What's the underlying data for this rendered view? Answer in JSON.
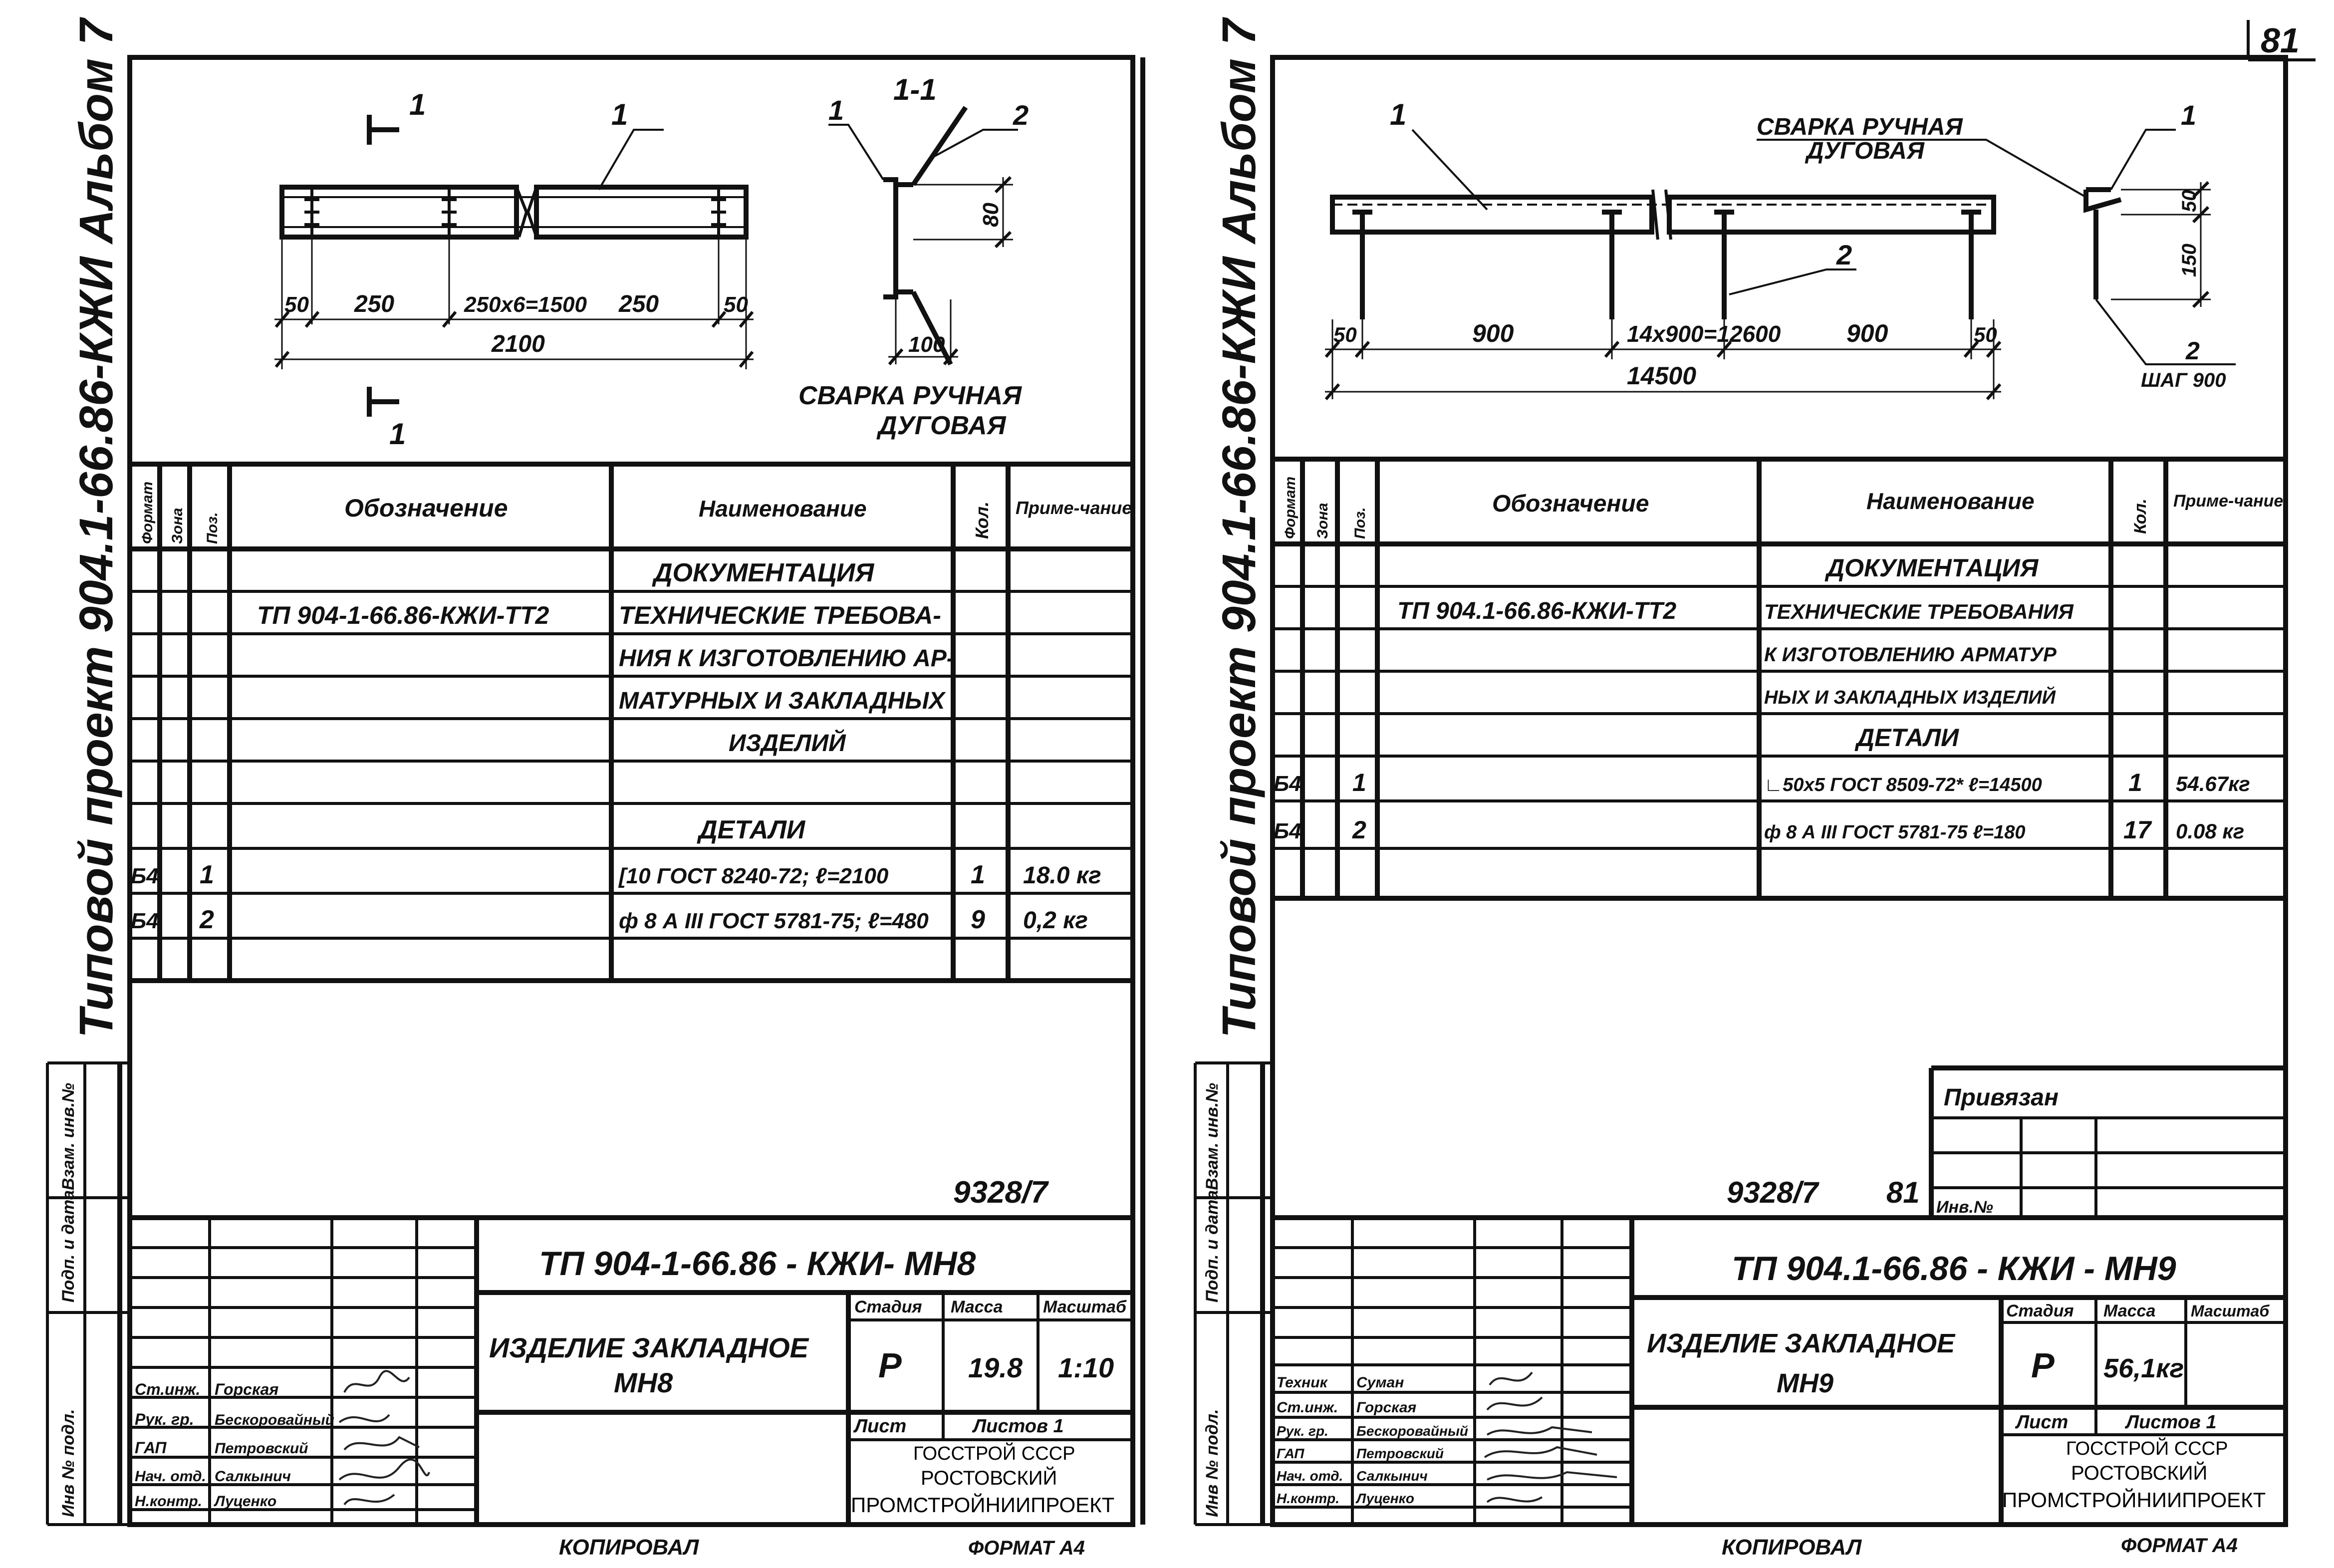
{
  "page_number": "81",
  "sheets": [
    {
      "side_label": "Типовой проект 904.1-66.86-КЖИ Альбом 7",
      "drawing": {
        "section_mark": "1",
        "section_title": "1-1",
        "callouts": [
          "1",
          "2",
          "1"
        ],
        "dims": [
          "50",
          "250",
          "250х6=1500",
          "250",
          "50",
          "2100",
          "80",
          "100"
        ],
        "weld_note": [
          "СВАРКА РУЧНАЯ",
          "ДУГОВАЯ"
        ]
      },
      "spec_headers": [
        "Формат",
        "Зона",
        "Поз.",
        "Обозначение",
        "Наименование",
        "Кол.",
        "Приме-чание"
      ],
      "spec_rows": [
        {
          "fmt": "",
          "pos": "",
          "code": "",
          "name": "ДОКУМЕНТАЦИЯ",
          "qty": "",
          "note": ""
        },
        {
          "fmt": "",
          "pos": "",
          "code": "ТП 904-1-66.86-КЖИ-ТТ2",
          "name": "ТЕХНИЧЕСКИЕ ТРЕБОВА-",
          "qty": "",
          "note": ""
        },
        {
          "fmt": "",
          "pos": "",
          "code": "",
          "name": "НИЯ К ИЗГОТОВЛЕНИЮ АР-",
          "qty": "",
          "note": ""
        },
        {
          "fmt": "",
          "pos": "",
          "code": "",
          "name": "МАТУРНЫХ И ЗАКЛАДНЫХ",
          "qty": "",
          "note": ""
        },
        {
          "fmt": "",
          "pos": "",
          "code": "",
          "name": "ИЗДЕЛИЙ",
          "qty": "",
          "note": ""
        },
        {
          "fmt": "",
          "pos": "",
          "code": "",
          "name": "",
          "qty": "",
          "note": ""
        },
        {
          "fmt": "",
          "pos": "",
          "code": "",
          "name": "ДЕТАЛИ",
          "qty": "",
          "note": ""
        },
        {
          "fmt": "Б4",
          "pos": "1",
          "code": "",
          "name": "[10 ГОСТ 8240-72; ℓ=2100",
          "qty": "1",
          "note": "18.0 кг"
        },
        {
          "fmt": "Б4",
          "pos": "2",
          "code": "",
          "name": "ф 8 А III ГОСТ 5781-75; ℓ=480",
          "qty": "9",
          "note": "0,2 кг"
        }
      ],
      "archive_no": "9328/7",
      "sheet_no": "",
      "stamp": {
        "code": "ТП 904-1-66.86 - КЖИ- МН8",
        "title": [
          "ИЗДЕЛИЕ ЗАКЛАДНОЕ",
          "МН8"
        ],
        "stage_label": "Стадия",
        "mass_label": "Масса",
        "scale_label": "Масштаб",
        "stage": "Р",
        "mass": "19.8",
        "scale": "1:10",
        "sheet_label": "Лист",
        "sheets_label": "Листов 1",
        "org": [
          "ГОССТРОЙ СССР",
          "РОСТОВСКИЙ",
          "ПРОМСТРОЙНИИПРОЕКТ"
        ],
        "roles": [
          {
            "role": "Ст.инж.",
            "name": "Горская"
          },
          {
            "role": "Рук. гр.",
            "name": "Бескоровайный"
          },
          {
            "role": "ГАП",
            "name": "Петровский"
          },
          {
            "role": "Нач. отд.",
            "name": "Салкынич"
          },
          {
            "role": "Н.контр.",
            "name": "Луценко"
          }
        ]
      },
      "side_boxes": [
        "Инв № подл.",
        "Подп. и дата",
        "Взам. инв.№"
      ],
      "bottom": {
        "copied": "КОПИРОВАЛ",
        "format": "ФОРМАТ А4"
      }
    },
    {
      "side_label": "Типовой проект 904.1-66.86-КЖИ Альбом 7",
      "drawing": {
        "callouts": [
          "1",
          "2",
          "1",
          "2"
        ],
        "dims": [
          "50",
          "900",
          "14х900=12600",
          "900",
          "50",
          "14500",
          "50",
          "150"
        ],
        "weld_note": [
          "СВАРКА РУЧНАЯ",
          "ДУГОВАЯ"
        ],
        "step": "ШАГ 900"
      },
      "spec_headers": [
        "Формат",
        "Зона",
        "Поз.",
        "Обозначение",
        "Наименование",
        "Кол.",
        "Приме-чание"
      ],
      "spec_rows": [
        {
          "fmt": "",
          "pos": "",
          "code": "",
          "name": "ДОКУМЕНТАЦИЯ",
          "qty": "",
          "note": ""
        },
        {
          "fmt": "",
          "pos": "",
          "code": "ТП 904.1-66.86-КЖИ-ТТ2",
          "name": "ТЕХНИЧЕСКИЕ ТРЕБОВАНИЯ",
          "qty": "",
          "note": ""
        },
        {
          "fmt": "",
          "pos": "",
          "code": "",
          "name": "К ИЗГОТОВЛЕНИЮ АРМАТУР",
          "qty": "",
          "note": ""
        },
        {
          "fmt": "",
          "pos": "",
          "code": "",
          "name": "НЫХ И ЗАКЛАДНЫХ ИЗДЕЛИЙ",
          "qty": "",
          "note": ""
        },
        {
          "fmt": "",
          "pos": "",
          "code": "",
          "name": "ДЕТАЛИ",
          "qty": "",
          "note": ""
        },
        {
          "fmt": "Б4",
          "pos": "1",
          "code": "",
          "name": "∟50х5 ГОСТ 8509-72* ℓ=14500",
          "qty": "1",
          "note": "54.67кг"
        },
        {
          "fmt": "Б4",
          "pos": "2",
          "code": "",
          "name": "ф 8 А III ГОСТ 5781-75 ℓ=180",
          "qty": "17",
          "note": "0.08 кг"
        }
      ],
      "archive_no": "9328/7",
      "sheet_no": "81",
      "attached": {
        "title": "Привязан",
        "inv": "Инв.№"
      },
      "stamp": {
        "code": "ТП 904.1-66.86 - КЖИ - МН9",
        "title": [
          "ИЗДЕЛИЕ ЗАКЛАДНОЕ",
          "МН9"
        ],
        "stage_label": "Стадия",
        "mass_label": "Масса",
        "scale_label": "Масштаб",
        "stage": "Р",
        "mass": "56,1кг",
        "scale": "",
        "sheet_label": "Лист",
        "sheets_label": "Листов 1",
        "org": [
          "ГОССТРОЙ СССР",
          "РОСТОВСКИЙ",
          "ПРОМСТРОЙНИИПРОЕКТ"
        ],
        "roles": [
          {
            "role": "Техник",
            "name": "Суман"
          },
          {
            "role": "Ст.инж.",
            "name": "Горская"
          },
          {
            "role": "Рук. гр.",
            "name": "Бескоровайный"
          },
          {
            "role": "ГАП",
            "name": "Петровский"
          },
          {
            "role": "Нач. отд.",
            "name": "Салкынич"
          },
          {
            "role": "Н.контр.",
            "name": "Луценко"
          }
        ]
      },
      "side_boxes": [
        "Инв № подл.",
        "Подп. и дата",
        "Взам. инв.№"
      ],
      "bottom": {
        "copied": "КОПИРОВАЛ",
        "format": "ФОРМАТ А4"
      }
    }
  ]
}
